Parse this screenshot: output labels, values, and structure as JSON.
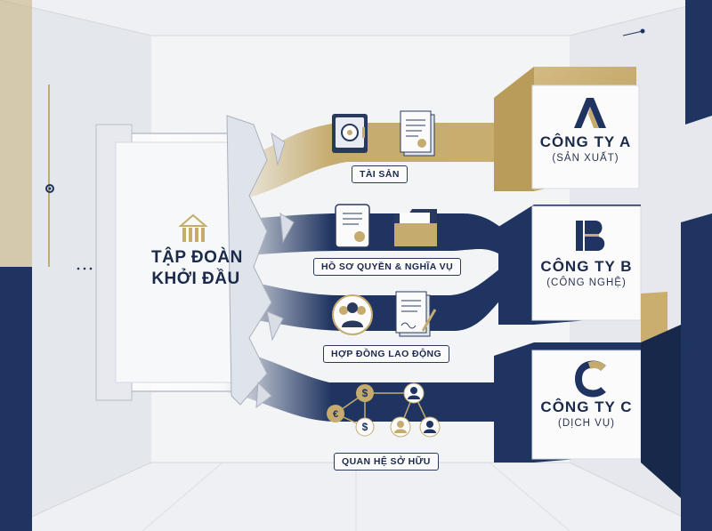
{
  "origin": {
    "line1": "TẬP ĐOÀN",
    "line2": "KHỞI ĐẦU",
    "logo_icon": "building-bars-icon"
  },
  "flows": [
    {
      "label": "TÀI SẢN",
      "icons": [
        "safe-icon",
        "document-icon"
      ],
      "color": "#c5ab6e"
    },
    {
      "label": "HỒ SƠ QUYỀN & NGHĨA VỤ",
      "icons": [
        "scroll-certificate-icon",
        "folder-icon"
      ],
      "color": "#1f3460"
    },
    {
      "label": "HỢP ĐỒNG LAO ĐỘNG",
      "icons": [
        "people-group-icon",
        "signed-contract-icon"
      ],
      "color": "#1f3460"
    },
    {
      "label": "QUAN HỆ SỞ HỮU",
      "icons": [
        "ownership-network-icon"
      ],
      "color": "#1f3460"
    }
  ],
  "companies": [
    {
      "letter": "A",
      "name": "CÔNG TY A",
      "sub": "(SẢN XUẤT)",
      "box_color": "#c5ab6e"
    },
    {
      "letter": "B",
      "name": "CÔNG TY B",
      "sub": "(CÔNG NGHỆ)",
      "box_color": "#1f3460"
    },
    {
      "letter": "C",
      "name": "CÔNG TY C",
      "sub": "(DỊCH VỤ)",
      "box_color": "#1f3460"
    }
  ],
  "colors": {
    "gold": "#c5ab6e",
    "navy": "#1f3460",
    "background": "#eef0f3"
  }
}
